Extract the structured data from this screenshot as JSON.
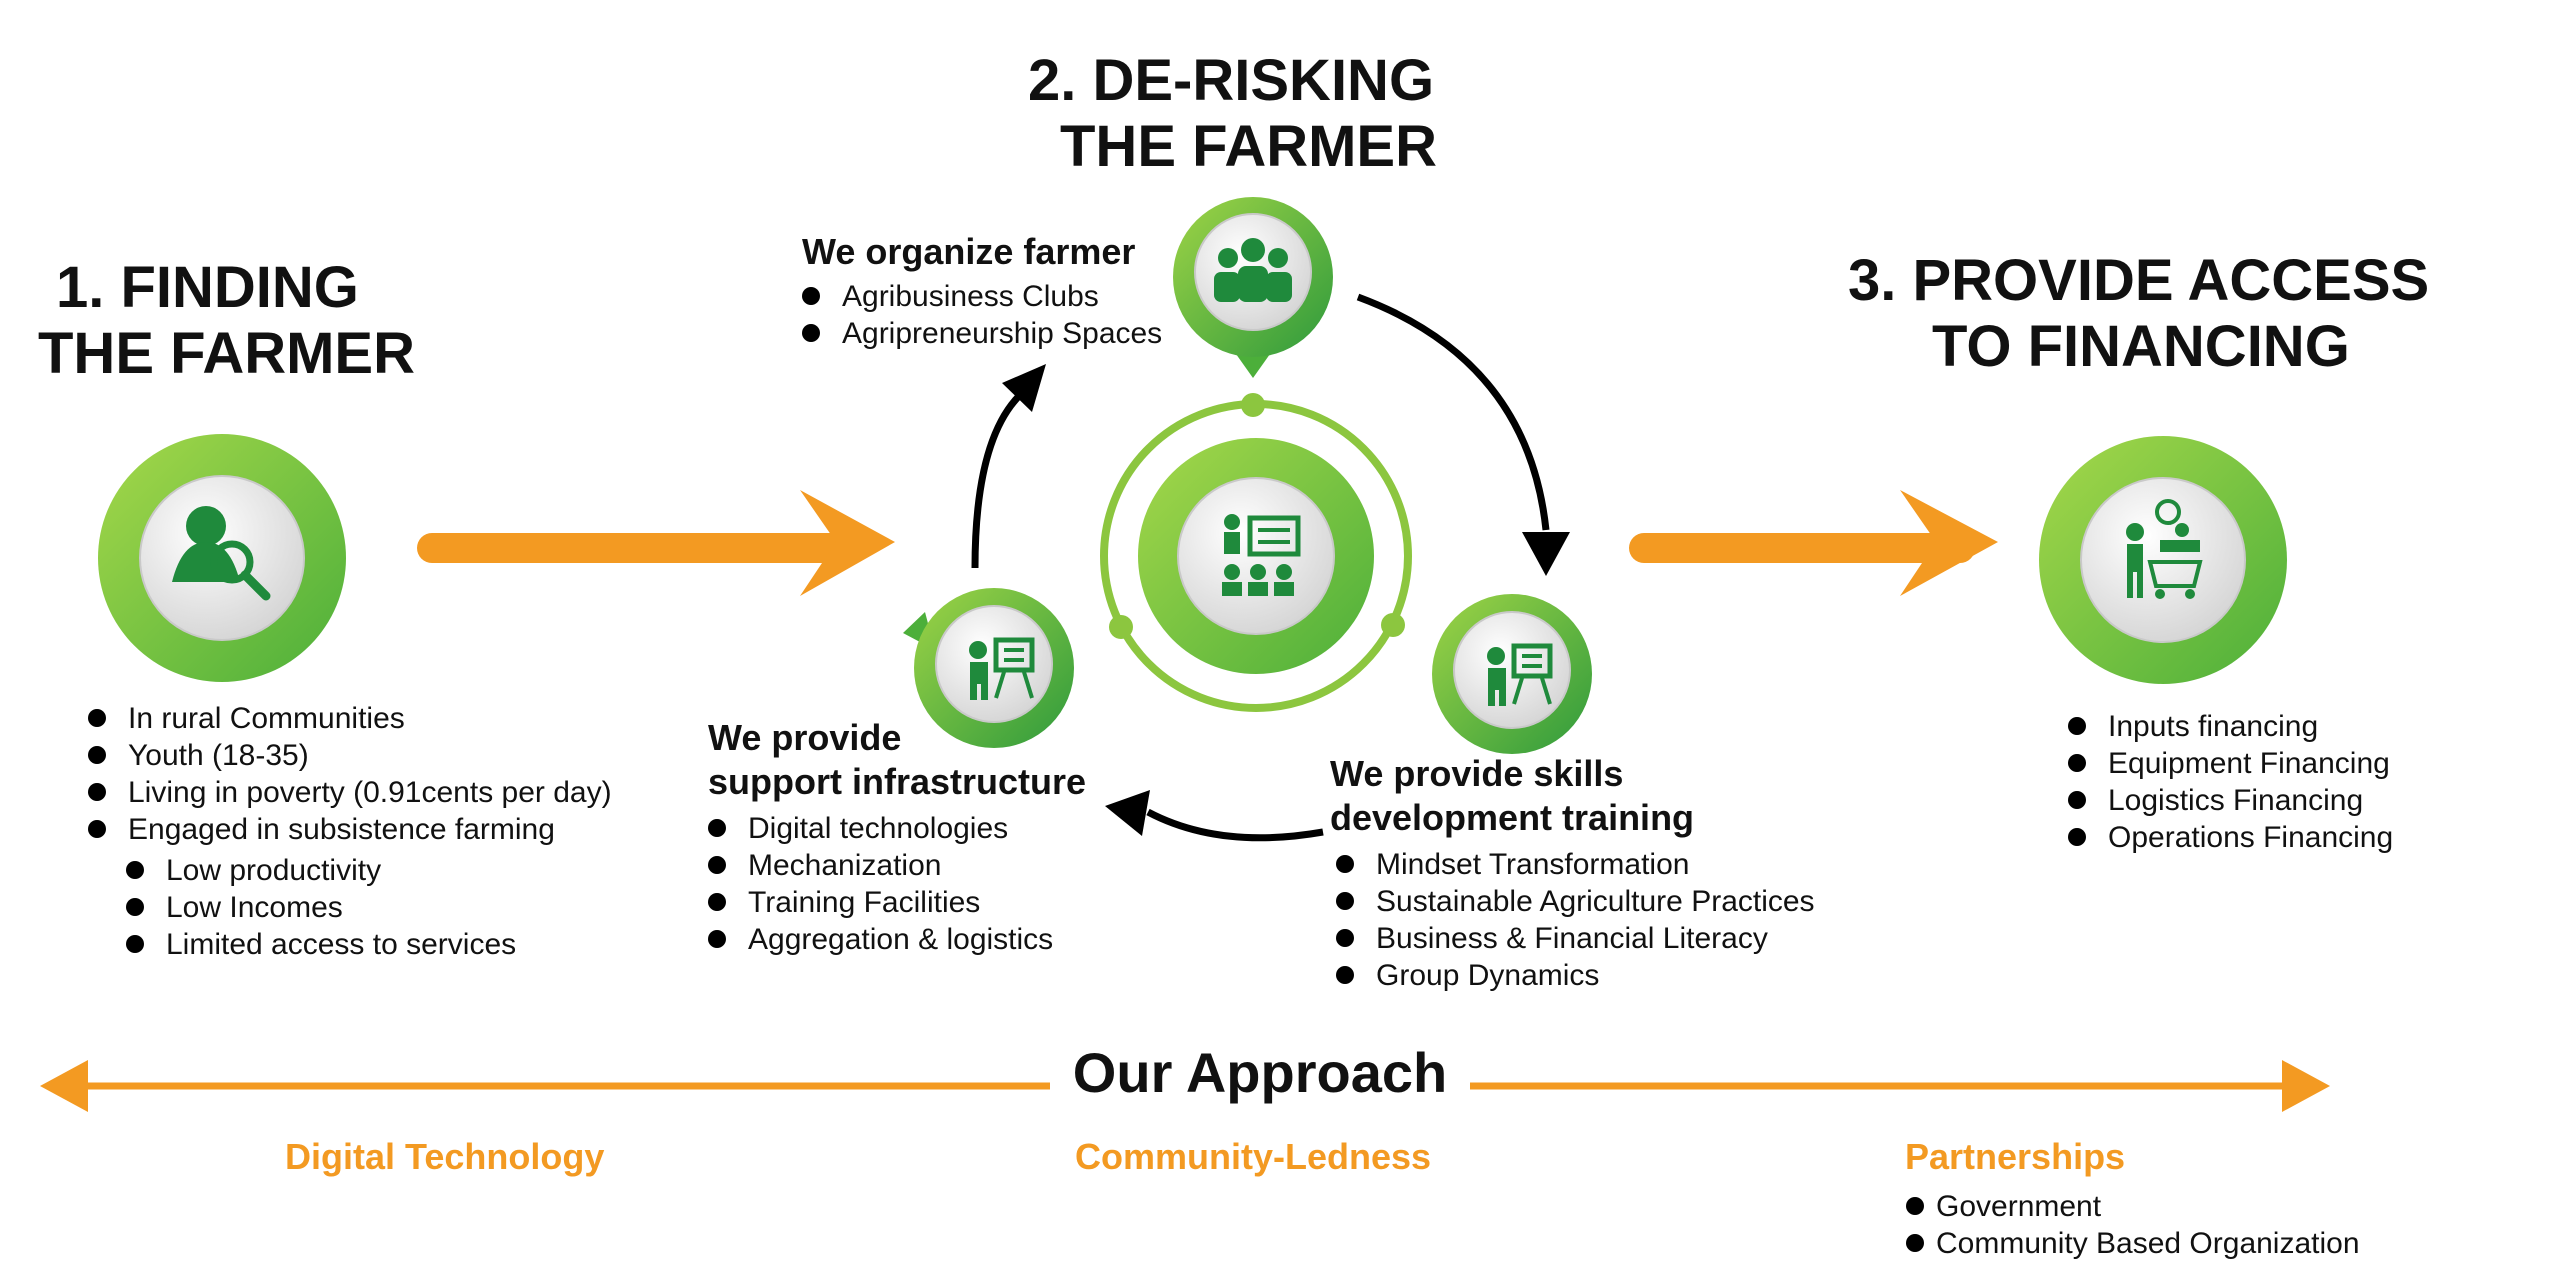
{
  "step1": {
    "title": [
      "1. FINDING",
      "THE FARMER"
    ],
    "items": [
      "In rural Communities",
      "Youth (18-35)",
      "Living in poverty (0.91cents per day)",
      "Engaged in subsistence farming"
    ],
    "subitems": [
      "Low productivity",
      "Low Incomes",
      "Limited access to services"
    ]
  },
  "step2": {
    "title": [
      "2. DE-RISKING",
      "THE FARMER"
    ],
    "organize": {
      "heading": "We organize farmer",
      "items": [
        "Agribusiness Clubs",
        "Agripreneurship  Spaces"
      ]
    },
    "infrastructure": {
      "heading": [
        "We provide",
        "support infrastructure"
      ],
      "items": [
        "Digital technologies",
        "Mechanization",
        "Training Facilities",
        "Aggregation & logistics"
      ]
    },
    "skills": {
      "heading": [
        "We provide skills",
        "development training"
      ],
      "items": [
        "Mindset Transformation",
        "Sustainable Agriculture Practices",
        "Business & Financial Literacy",
        "Group  Dynamics"
      ]
    }
  },
  "step3": {
    "title": [
      "3. PROVIDE ACCESS",
      "TO FINANCING"
    ],
    "items": [
      "Inputs financing",
      "Equipment Financing",
      "Logistics Financing",
      "Operations  Financing"
    ]
  },
  "approach": {
    "title": "Our Approach",
    "pillars": [
      "Digital Technology",
      "Community-Ledness",
      "Partnerships"
    ],
    "partners": [
      "Government",
      "Community Based Organization"
    ]
  },
  "colors": {
    "green": "#8cc63f",
    "dark_green": "#1f8a3c",
    "orange": "#f39a22"
  },
  "icons": {
    "step1": "farmer-search-icon",
    "organize": "group-people-icon",
    "center": "classroom-training-icon",
    "infrastructure": "presenter-board-icon",
    "skills": "presenter-board-icon",
    "financing": "market-cart-icon"
  }
}
